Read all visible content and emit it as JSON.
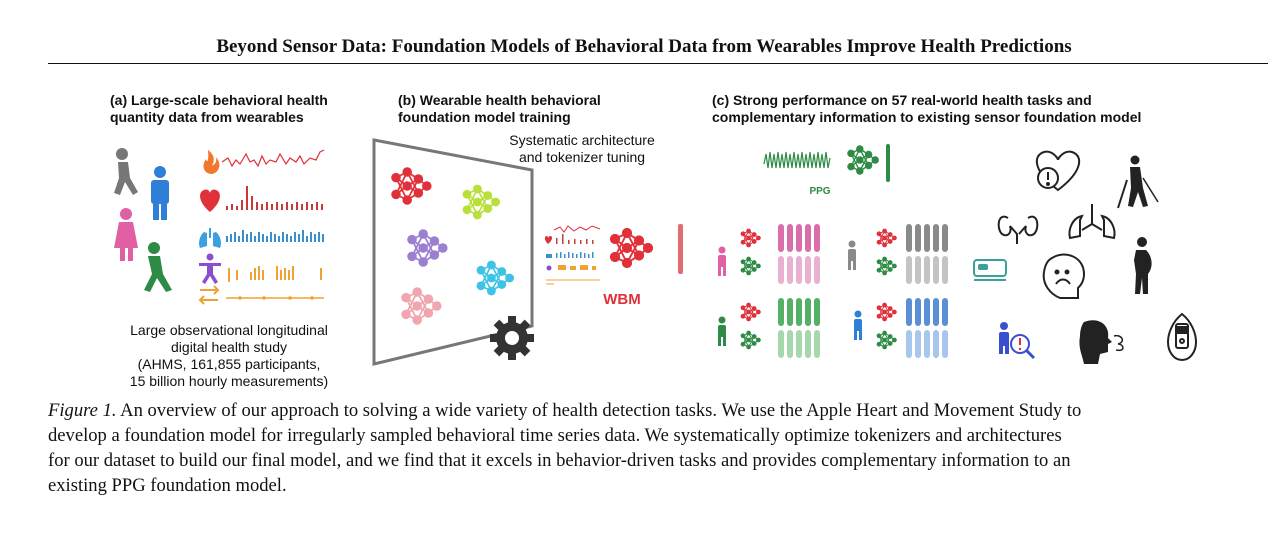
{
  "paper": {
    "title": "Beyond Sensor Data: Foundation Models of Behavioral Data from Wearables Improve Health Predictions"
  },
  "panel_a": {
    "heading_line1": "(a) Large-scale behavioral health",
    "heading_line2": "quantity data  from wearables",
    "study_line1": "Large observational longitudinal",
    "study_line2": "digital health study",
    "study_line3": "(AHMS, 161,855 participants,",
    "study_line4": "15 billion hourly measurements)",
    "icons": [
      "walking-person-icon",
      "standing-man-icon",
      "woman-icon",
      "walking-man-icon",
      "flame-icon",
      "heart-icon",
      "lungs-icon",
      "activity-figure-icon",
      "transfer-arrows-icon"
    ]
  },
  "panel_b": {
    "heading_line1": "(b) Wearable health behavioral",
    "heading_line2": "foundation model training",
    "tuning_line1": "Systematic architecture",
    "tuning_line2": "and tokenizer tuning",
    "model_label": "WBM",
    "icons": [
      "gear-icon"
    ]
  },
  "panel_c": {
    "heading_line1": "(c) Strong performance on 57 real-world health tasks and",
    "heading_line2": "complementary information to existing sensor foundation model",
    "ppg_label": "PPG",
    "icons": [
      "heart-alert-icon",
      "blind-person-icon",
      "kidneys-icon",
      "lungs-icon",
      "bed-icon",
      "worried-face-icon",
      "pregnant-woman-icon",
      "search-person-icon",
      "cough-icon",
      "glucose-meter-icon"
    ]
  },
  "caption": {
    "label": "Figure 1.",
    "line1_rest": " An overview of our approach to solving a wide variety of health detection tasks. We use the Apple Heart and Movement Study to",
    "line2": "develop a foundation model for irregularly sampled behavioral time series data. We systematically optimize tokenizers and architectures",
    "line3": "for our dataset to build our final model, and we find that it excels in behavior-driven tasks and provides complementary information to an",
    "line4": "existing PPG foundation model."
  },
  "colors": {
    "red": "#e0303a",
    "lime": "#b9e03a",
    "purple": "#9b7fd0",
    "cyan": "#3ec3e6",
    "pink": "#f0a6ae",
    "green": "#2e8b45",
    "orange": "#f2a234",
    "blue": "#2f7fd6",
    "magenta": "#e05fa5",
    "gray": "#8a8a8a"
  }
}
